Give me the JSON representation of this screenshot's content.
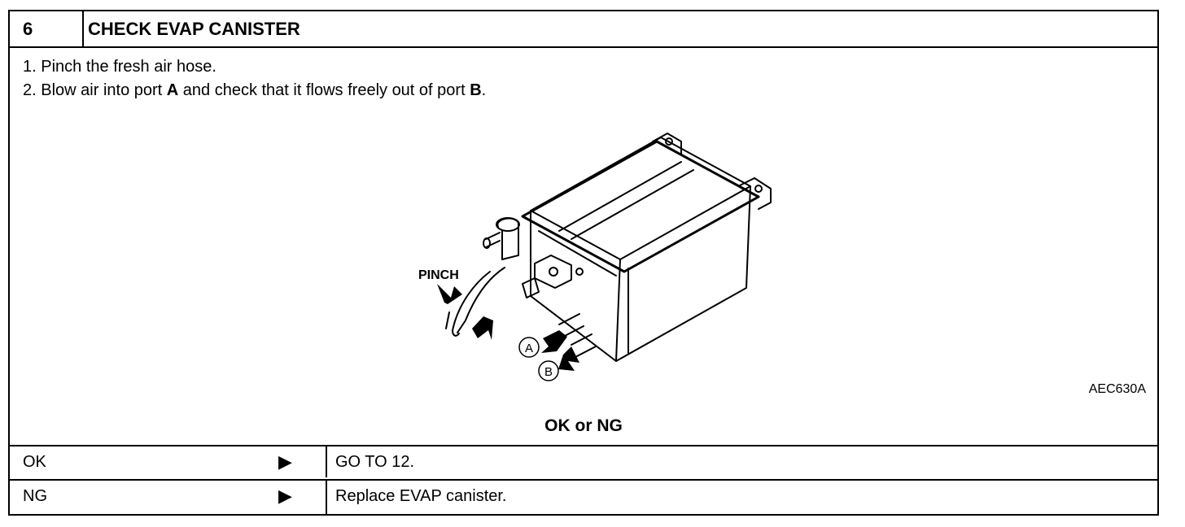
{
  "header": {
    "step_number": "6",
    "title": "CHECK EVAP CANISTER"
  },
  "instructions": {
    "step1": {
      "num": "1.",
      "text": "Pinch the fresh air hose."
    },
    "step2": {
      "num": "2.",
      "pre": "Blow air into port ",
      "port_a": "A",
      "mid": " and check that it flows freely out of port ",
      "port_b": "B",
      "end": "."
    }
  },
  "figure": {
    "pinch_label": "PINCH",
    "port_a_label": "A",
    "port_b_label": "B",
    "code": "AEC630A"
  },
  "result_heading": "OK or NG",
  "results": [
    {
      "condition": "OK",
      "arrow": "▶",
      "action": "GO TO 12."
    },
    {
      "condition": "NG",
      "arrow": "▶",
      "action": "Replace EVAP canister."
    }
  ]
}
